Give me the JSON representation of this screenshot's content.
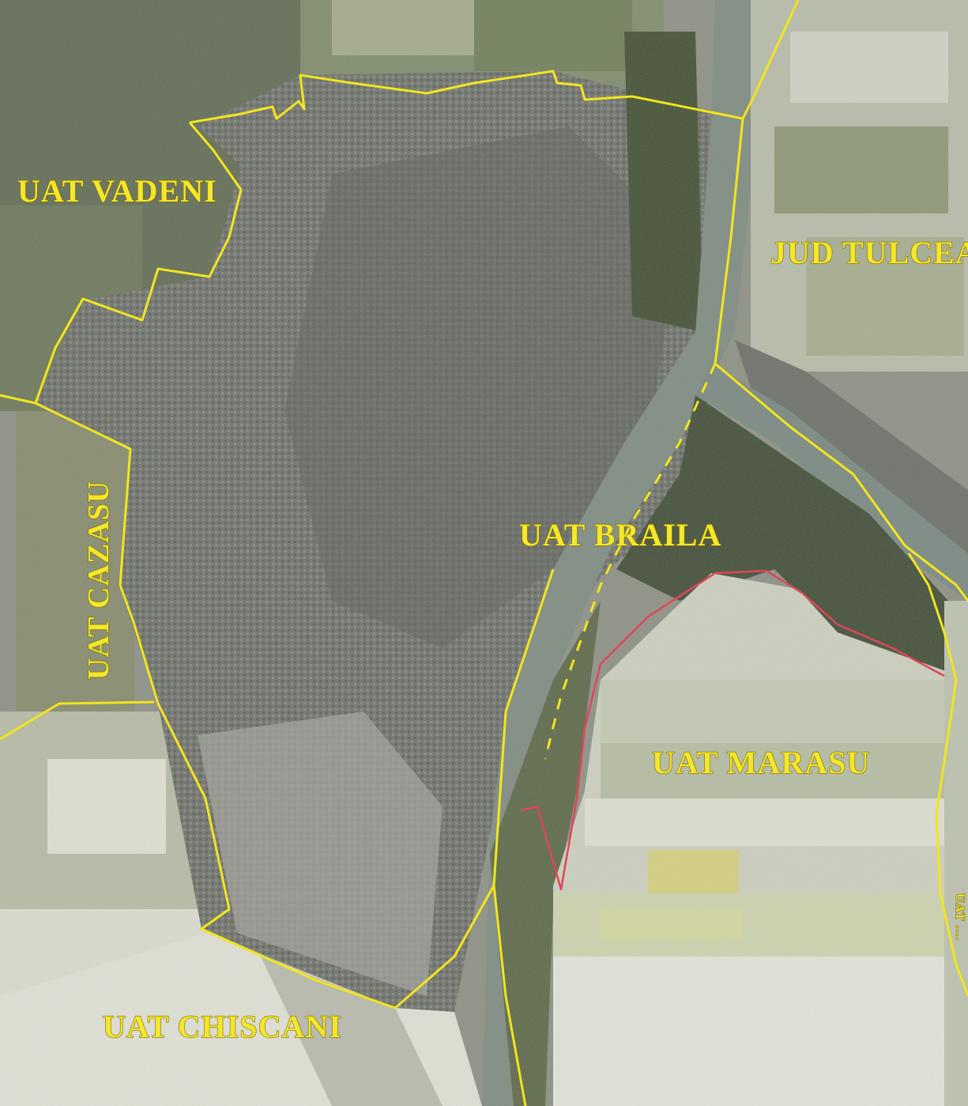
{
  "map": {
    "labels": {
      "vadeni": "UAT VADENI",
      "tulcea": "JUD TULCEA",
      "cazasu": "UAT CAZASU",
      "braila": "UAT BRAILA",
      "marasu": "UAT MARASU",
      "chiscani": "UAT CHISCANI",
      "right_edge": "UAT ...."
    },
    "colors": {
      "uat_boundary": "#f2e51d",
      "highlight_boundary": "#e0455a",
      "label_text": "#f4e62a",
      "field_light": "#dcdcd2",
      "field_dark": "#5e6a4e",
      "urban": "#6c6e6a",
      "river": "#7f8c80",
      "vegetation": "#4a5a38"
    }
  }
}
